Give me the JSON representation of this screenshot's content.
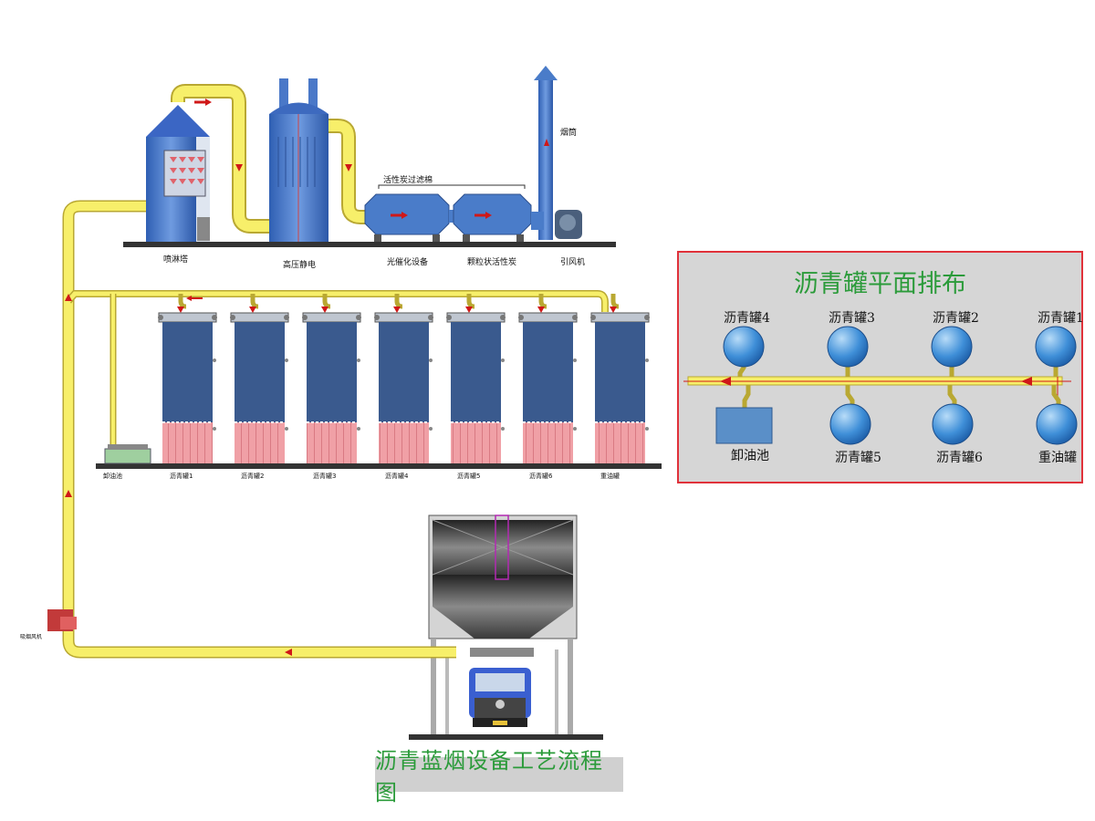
{
  "process_labels": {
    "spray_tower": "喷淋塔",
    "esp": "高压静电",
    "activated_carbon_cotton": "活性炭过滤棉",
    "photocatalytic": "光催化设备",
    "granular_carbon": "颗粒状活性炭",
    "induced_fan": "引风机",
    "chimney": "烟筒",
    "suction_fan": "吸烟风机"
  },
  "tank_row_labels": [
    "卸油池",
    "沥青罐1",
    "沥青罐2",
    "沥青罐3",
    "沥青罐4",
    "沥青罐5",
    "沥青罐6",
    "重油罐"
  ],
  "main_title": "沥青蓝烟设备工艺流程图",
  "layout_panel": {
    "title": "沥青罐平面排布",
    "top_row": [
      "沥青罐4",
      "沥青罐3",
      "沥青罐2",
      "沥青罐1"
    ],
    "bottom_row": [
      "卸油池",
      "沥青罐5",
      "沥青罐6",
      "重油罐"
    ]
  },
  "colors": {
    "pipe": "#f7ef6a",
    "pipe_edge": "#b9a832",
    "equipment_blue": "#3f6fc0",
    "tank_blue": "#3a5a8e",
    "tank_heater": "#e8828a",
    "flow_arrow": "#d01818",
    "title_green": "#2b9b3a",
    "panel_border": "#e0313a"
  }
}
